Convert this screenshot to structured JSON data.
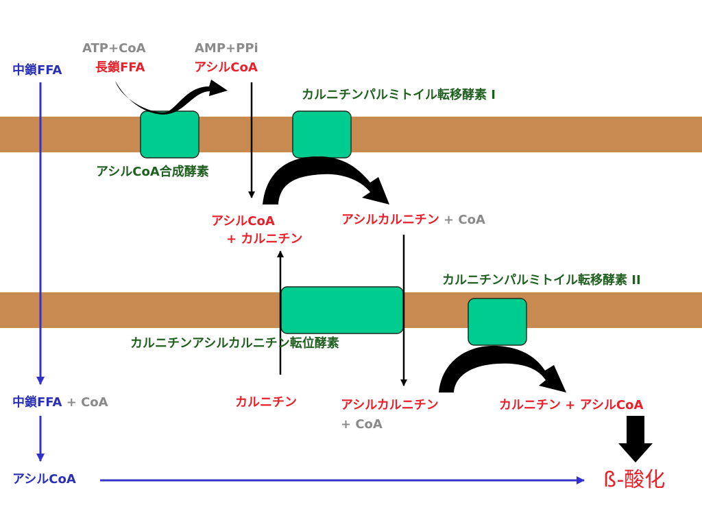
{
  "colors": {
    "membrane": "#c98a52",
    "enzyme": "#00cc8f",
    "red_text": "#e8202a",
    "gray_text": "#8a8a8a",
    "blue_text": "#2a2fb8",
    "green_text": "#1f5f1f",
    "blue_arrow": "#3333cc"
  },
  "labels": {
    "medium_ffa_top": "中鎖FFA",
    "atp_coa": "ATP+CoA",
    "long_ffa": "長鎖FFA",
    "amp_ppi": "AMP+PPi",
    "acyl_coa_top": "アシルCoA",
    "cpt1": "カルニチンパルミトイル転移酵素 I",
    "acyl_coa_synthase": "アシルCoA合成酵素",
    "acyl_coa_mid": "アシルCoA",
    "plus_carnitine": "+ カルニチン",
    "acyl_carnitine_mid": "アシルカルニチン",
    "plus_coa_mid": " + CoA",
    "cpt2": "カルニチンパルミトイル転移酵素 II",
    "translocase": "カルニチンアシルカルニチン転位酵素",
    "medium_ffa_bottom": "中鎖FFA",
    "plus_coa_bottom": " + CoA",
    "carnitine_bottom": "カルニチン",
    "acyl_carnitine_bottom": "アシルカルニチン",
    "plus_coa_bottom2": "+ CoA",
    "carnitine_acyl_coa": "カルニチン + アシルCoA",
    "acyl_coa_bottom": "アシルCoA",
    "beta_oxidation": "ß-酸化"
  }
}
